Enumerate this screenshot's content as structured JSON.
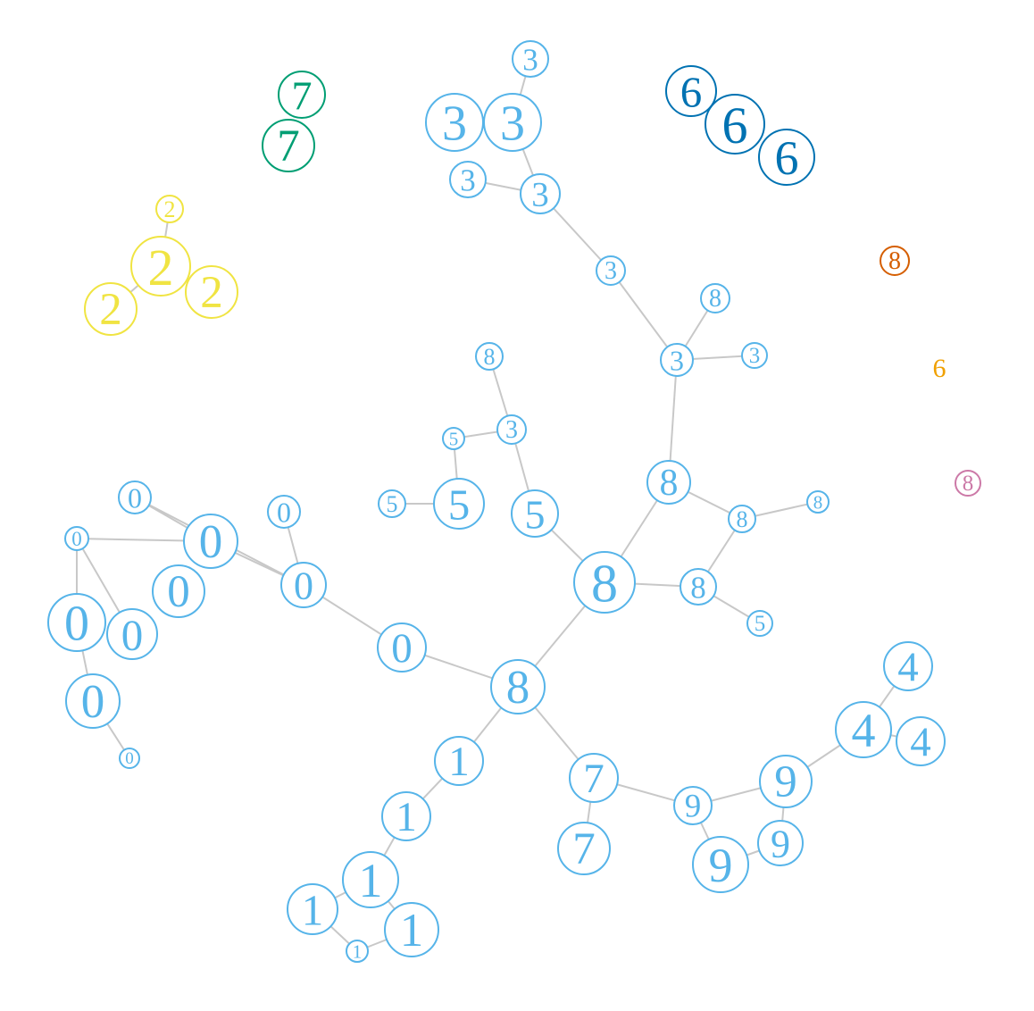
{
  "colors": {
    "light_blue": "#56b4e9",
    "yellow": "#f0e442",
    "green": "#009e73",
    "dark_blue": "#0072b2",
    "vermillion": "#d55e00",
    "orange": "#e69f00",
    "pink": "#cc79a7",
    "edge": "#c8c8c8"
  },
  "nodes": [
    {
      "id": "a1",
      "label": "3",
      "color": "light_blue"
    },
    {
      "id": "a2",
      "label": "3",
      "color": "light_blue"
    },
    {
      "id": "a3",
      "label": "3",
      "color": "light_blue"
    },
    {
      "id": "a4",
      "label": "3",
      "color": "light_blue"
    },
    {
      "id": "a5",
      "label": "3",
      "color": "light_blue"
    },
    {
      "id": "a6",
      "label": "3",
      "color": "light_blue"
    },
    {
      "id": "a7",
      "label": "3",
      "color": "light_blue"
    },
    {
      "id": "a8",
      "label": "8",
      "color": "light_blue"
    },
    {
      "id": "a9",
      "label": "3",
      "color": "light_blue"
    },
    {
      "id": "b1",
      "label": "8",
      "color": "light_blue"
    },
    {
      "id": "b2",
      "label": "3",
      "color": "light_blue"
    },
    {
      "id": "b3",
      "label": "5",
      "color": "light_blue"
    },
    {
      "id": "b4",
      "label": "5",
      "color": "light_blue"
    },
    {
      "id": "b5",
      "label": "5",
      "color": "light_blue"
    },
    {
      "id": "b6",
      "label": "5",
      "color": "light_blue"
    },
    {
      "id": "c1",
      "label": "8",
      "color": "light_blue"
    },
    {
      "id": "c2",
      "label": "8",
      "color": "light_blue"
    },
    {
      "id": "c3",
      "label": "8",
      "color": "light_blue"
    },
    {
      "id": "c4",
      "label": "8",
      "color": "light_blue"
    },
    {
      "id": "c5",
      "label": "8",
      "color": "light_blue"
    },
    {
      "id": "c6",
      "label": "5",
      "color": "light_blue"
    },
    {
      "id": "c7",
      "label": "8",
      "color": "light_blue"
    },
    {
      "id": "d1",
      "label": "0",
      "color": "light_blue"
    },
    {
      "id": "d2",
      "label": "0",
      "color": "light_blue"
    },
    {
      "id": "d3",
      "label": "0",
      "color": "light_blue"
    },
    {
      "id": "d4",
      "label": "0",
      "color": "light_blue"
    },
    {
      "id": "d5",
      "label": "0",
      "color": "light_blue"
    },
    {
      "id": "d6",
      "label": "0",
      "color": "light_blue"
    },
    {
      "id": "d7",
      "label": "0",
      "color": "light_blue"
    },
    {
      "id": "d8",
      "label": "0",
      "color": "light_blue"
    },
    {
      "id": "d9",
      "label": "0",
      "color": "light_blue"
    },
    {
      "id": "d10",
      "label": "0",
      "color": "light_blue"
    },
    {
      "id": "d11",
      "label": "0",
      "color": "light_blue"
    },
    {
      "id": "e1",
      "label": "1",
      "color": "light_blue"
    },
    {
      "id": "e2",
      "label": "1",
      "color": "light_blue"
    },
    {
      "id": "e3",
      "label": "1",
      "color": "light_blue"
    },
    {
      "id": "e4",
      "label": "1",
      "color": "light_blue"
    },
    {
      "id": "e5",
      "label": "1",
      "color": "light_blue"
    },
    {
      "id": "e6",
      "label": "1",
      "color": "light_blue"
    },
    {
      "id": "f1",
      "label": "7",
      "color": "light_blue"
    },
    {
      "id": "f2",
      "label": "7",
      "color": "light_blue"
    },
    {
      "id": "g1",
      "label": "9",
      "color": "light_blue"
    },
    {
      "id": "g2",
      "label": "9",
      "color": "light_blue"
    },
    {
      "id": "g3",
      "label": "9",
      "color": "light_blue"
    },
    {
      "id": "g4",
      "label": "9",
      "color": "light_blue"
    },
    {
      "id": "h1",
      "label": "4",
      "color": "light_blue"
    },
    {
      "id": "h2",
      "label": "4",
      "color": "light_blue"
    },
    {
      "id": "h3",
      "label": "4",
      "color": "light_blue"
    },
    {
      "id": "y1",
      "label": "2",
      "color": "yellow"
    },
    {
      "id": "y2",
      "label": "2",
      "color": "yellow"
    },
    {
      "id": "y3",
      "label": "2",
      "color": "yellow"
    },
    {
      "id": "y4",
      "label": "2",
      "color": "yellow"
    },
    {
      "id": "s1",
      "label": "7",
      "color": "green"
    },
    {
      "id": "s2",
      "label": "7",
      "color": "green"
    },
    {
      "id": "x1",
      "label": "6",
      "color": "dark_blue"
    },
    {
      "id": "x2",
      "label": "6",
      "color": "dark_blue"
    },
    {
      "id": "x3",
      "label": "6",
      "color": "dark_blue"
    },
    {
      "id": "o1",
      "label": "8",
      "color": "vermillion"
    },
    {
      "id": "o2",
      "label": "6",
      "color": "orange",
      "filled": true
    },
    {
      "id": "p1",
      "label": "8",
      "color": "pink"
    }
  ],
  "edges": [
    [
      "a1",
      "a2"
    ],
    [
      "a3",
      "a2"
    ],
    [
      "a2",
      "a5"
    ],
    [
      "a4",
      "a5"
    ],
    [
      "a5",
      "a6"
    ],
    [
      "a6",
      "a7"
    ],
    [
      "a8",
      "a7"
    ],
    [
      "a7",
      "a9"
    ],
    [
      "a7",
      "c1"
    ],
    [
      "b1",
      "b2"
    ],
    [
      "b2",
      "b3"
    ],
    [
      "b3",
      "b4"
    ],
    [
      "b6",
      "b4"
    ],
    [
      "b2",
      "b5"
    ],
    [
      "b5",
      "c4"
    ],
    [
      "c1",
      "c2"
    ],
    [
      "c2",
      "c7"
    ],
    [
      "c1",
      "c4"
    ],
    [
      "c2",
      "c3"
    ],
    [
      "c3",
      "c4"
    ],
    [
      "c3",
      "c6"
    ],
    [
      "c4",
      "c5"
    ],
    [
      "d1",
      "d2"
    ],
    [
      "d2",
      "d4"
    ],
    [
      "d1",
      "d4"
    ],
    [
      "d3",
      "d4"
    ],
    [
      "d4",
      "d5"
    ],
    [
      "d5",
      "c5"
    ],
    [
      "d2",
      "d6"
    ],
    [
      "d6",
      "d8"
    ],
    [
      "d6",
      "d9"
    ],
    [
      "d9",
      "d10"
    ],
    [
      "d10",
      "d11"
    ],
    [
      "c5",
      "e1"
    ],
    [
      "e1",
      "e2"
    ],
    [
      "e2",
      "e3"
    ],
    [
      "e3",
      "e4"
    ],
    [
      "e3",
      "e5"
    ],
    [
      "e4",
      "e6"
    ],
    [
      "e6",
      "e5"
    ],
    [
      "c5",
      "f1"
    ],
    [
      "f1",
      "f2"
    ],
    [
      "f1",
      "g1"
    ],
    [
      "g1",
      "g2"
    ],
    [
      "g1",
      "g3"
    ],
    [
      "g2",
      "g4"
    ],
    [
      "g4",
      "g3"
    ],
    [
      "g2",
      "h2"
    ],
    [
      "h1",
      "h2"
    ],
    [
      "h2",
      "h3"
    ],
    [
      "y1",
      "y2"
    ],
    [
      "y2",
      "y3"
    ],
    [
      "y2",
      "y4"
    ]
  ]
}
